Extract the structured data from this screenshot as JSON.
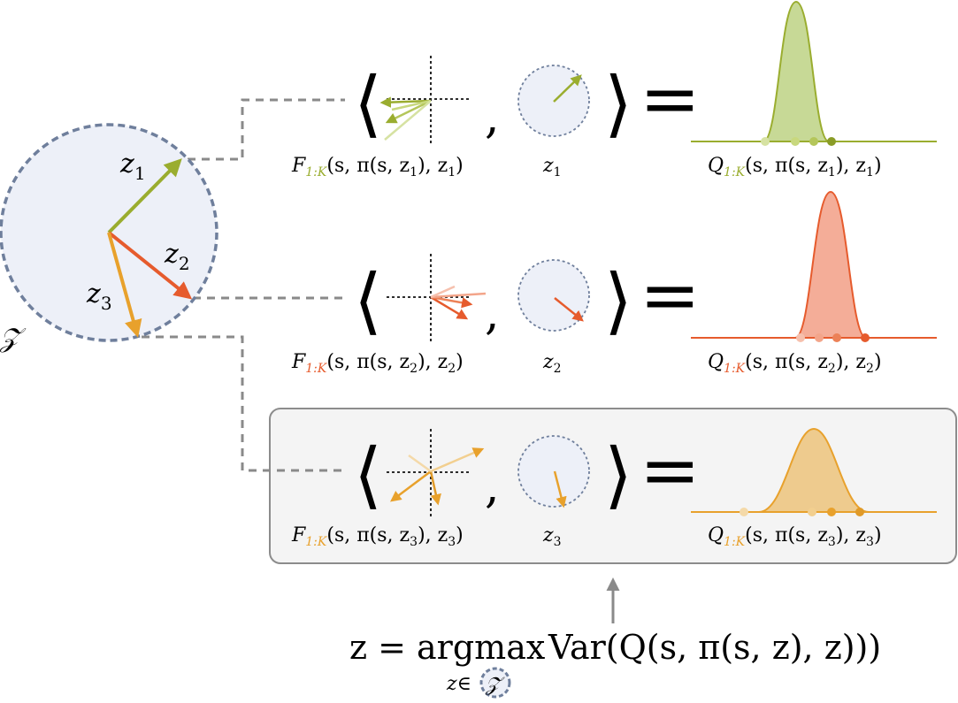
{
  "colors": {
    "green": "#9aad2f",
    "green_light": "#c8d87e",
    "green_fill": "#c7d996",
    "red": "#e65b2d",
    "red_light": "#f3a58a",
    "red_fill": "#f4ad98",
    "orange": "#e8a12c",
    "orange_light": "#f2cf8f",
    "orange_fill": "#eecb8e",
    "circle_fill": "#edf0f8",
    "circle_stroke": "#6f7f9c",
    "connector": "#8a8a8a",
    "highlight_fill": "#f4f4f4",
    "highlight_stroke": "#8c8c8c"
  },
  "latent_space": {
    "set_symbol": "𝒵",
    "labels": {
      "z1": {
        "base": "z",
        "sub": "1"
      },
      "z2": {
        "base": "z",
        "sub": "2"
      },
      "z3": {
        "base": "z",
        "sub": "3"
      }
    }
  },
  "rows": [
    {
      "id": "row1",
      "f_label": {
        "F": "F",
        "sub": "1:K",
        "args": "(s, π(s, z",
        "sub2": "1",
        "tail1": "), z",
        "sub3": "1",
        "tail2": ")"
      },
      "z_label": {
        "base": "z",
        "sub": "1"
      },
      "q_label": {
        "Q": "Q",
        "sub": "1:K",
        "args": "(s, π(s, z",
        "sub2": "1",
        "tail1": "), z",
        "sub3": "1",
        "tail2": ")"
      },
      "highlighted": false
    },
    {
      "id": "row2",
      "f_label": {
        "F": "F",
        "sub": "1:K",
        "args": "(s, π(s, z",
        "sub2": "2",
        "tail1": "), z",
        "sub3": "2",
        "tail2": ")"
      },
      "z_label": {
        "base": "z",
        "sub": "2"
      },
      "q_label": {
        "Q": "Q",
        "sub": "1:K",
        "args": "(s, π(s, z",
        "sub2": "2",
        "tail1": "), z",
        "sub3": "2",
        "tail2": ")"
      },
      "highlighted": false
    },
    {
      "id": "row3",
      "f_label": {
        "F": "F",
        "sub": "1:K",
        "args": "(s, π(s, z",
        "sub2": "3",
        "tail1": "), z",
        "sub3": "3",
        "tail2": ")"
      },
      "z_label": {
        "base": "z",
        "sub": "3"
      },
      "q_label": {
        "Q": "Q",
        "sub": "1:K",
        "args": "(s, π(s, z",
        "sub2": "3",
        "tail1": "), z",
        "sub3": "3",
        "tail2": ")"
      },
      "highlighted": true
    }
  ],
  "symbols": {
    "langle": "⟨",
    "rangle": "⟩",
    "comma": ",",
    "equals": "="
  },
  "formula": {
    "lhs": "z = argmax",
    "rhs": "Var(Q(s, π(s, z), z)))",
    "subscript_z": "z∈",
    "subscript_set": "𝒵"
  }
}
